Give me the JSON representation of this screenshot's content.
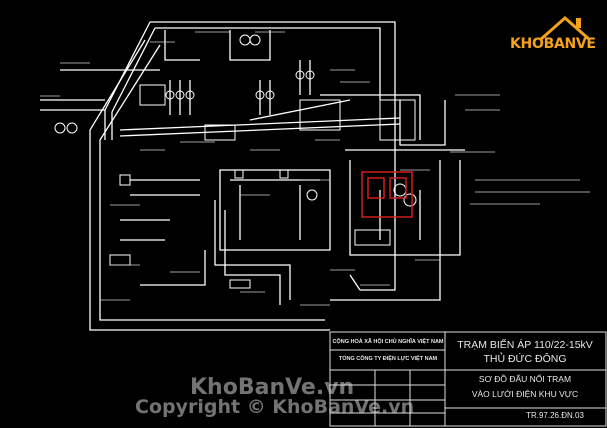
{
  "logo": {
    "text": "KHOBANVE"
  },
  "title_block": {
    "org_line1": "CỘNG HOÀ XÃ HỘI CHỦ NGHĨA VIỆT NAM",
    "org_line2": "TỔNG CÔNG TY ĐIỆN LỰC VIỆT NAM",
    "title_line1": "TRẠM BIẾN ÁP 110/22-15kV",
    "title_line2": "THỦ ĐỨC ĐÔNG",
    "subtitle_line1": "SƠ ĐỒ ĐẤU NỐI TRẠM",
    "subtitle_line2": "VÀO LƯỚI ĐIỆN KHU VỰC",
    "drawing_number": "TR.97.26.ĐN.03"
  },
  "watermark": {
    "main": "KhoBanVe.vn",
    "copyright": "Copyright © KhoBanVe.vn"
  },
  "colors": {
    "background": "#000000",
    "lines": "#ffffff",
    "highlight": "#e02020",
    "logo": "#f5a21b"
  }
}
